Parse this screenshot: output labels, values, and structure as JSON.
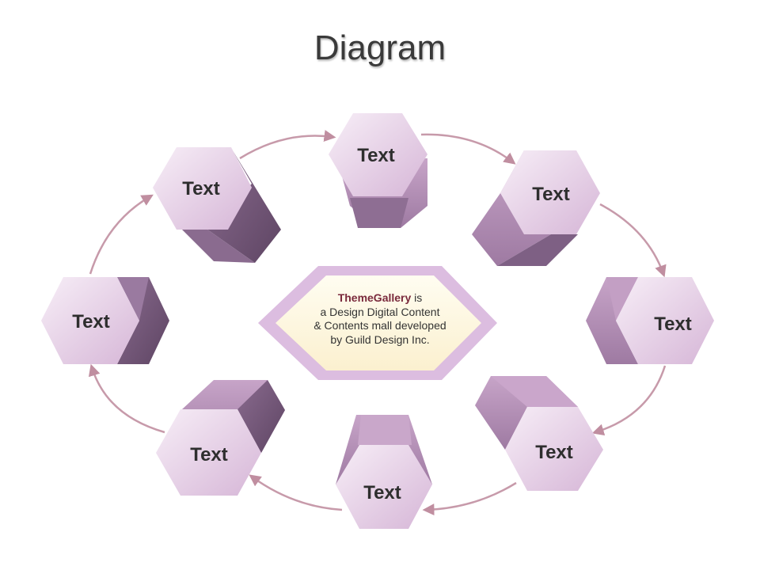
{
  "title": "Diagram",
  "nodes": [
    {
      "id": "top",
      "label": "Text"
    },
    {
      "id": "upper-right",
      "label": "Text"
    },
    {
      "id": "right",
      "label": "Text"
    },
    {
      "id": "lower-right",
      "label": "Text"
    },
    {
      "id": "bottom",
      "label": "Text"
    },
    {
      "id": "lower-left",
      "label": "Text"
    },
    {
      "id": "left",
      "label": "Text"
    },
    {
      "id": "upper-left",
      "label": "Text"
    }
  ],
  "center": {
    "brand": "ThemeGallery",
    "line1_rest": " is",
    "line2": "a Design Digital Content",
    "line3": "& Contents mall developed",
    "line4": "by Guild Design Inc."
  },
  "colors": {
    "hex_light": "#f3e6f3",
    "hex_mid": "#dcc0dc",
    "hex_shade": "#b58db6",
    "hex_dark": "#6d5273",
    "arrow": "#c79aaa",
    "center_fill": "#fdf6dc",
    "center_border": "#dcbde0"
  }
}
